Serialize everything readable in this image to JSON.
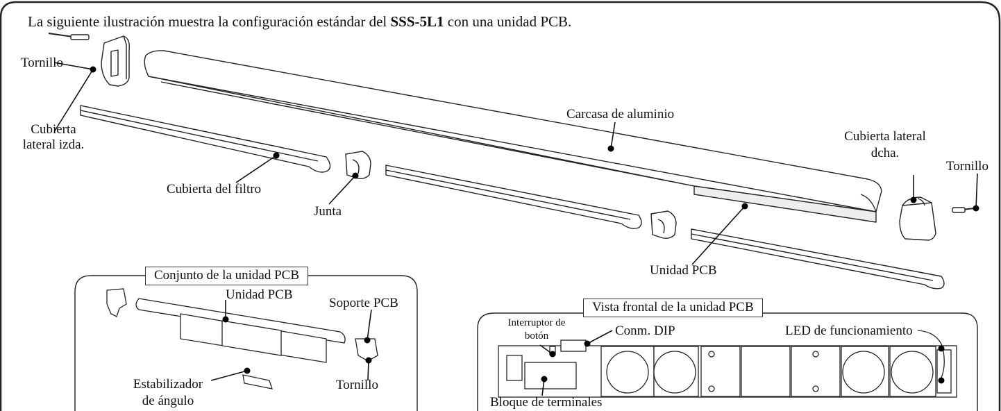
{
  "heading": {
    "prefix": "La siguiente ilustración muestra la configuración estándar del ",
    "model": "SSS-5L1",
    "suffix": " con una unidad PCB."
  },
  "labels": {
    "tornillo_top_left": "Tornillo",
    "cubierta_izda_1": "Cubierta",
    "cubierta_izda_2": "lateral izda.",
    "cubierta_filtro": "Cubierta del filtro",
    "junta": "Junta",
    "carcasa": "Carcasa de aluminio",
    "cubierta_dcha_1": "Cubierta lateral",
    "cubierta_dcha_2": "dcha.",
    "tornillo_right": "Tornillo",
    "unidad_pcb_main": "Unidad PCB"
  },
  "inset_assembly": {
    "title": "Conjunto de la unidad PCB",
    "unidad_pcb": "Unidad PCB",
    "soporte_pcb": "Soporte PCB",
    "estabilizador_1": "Estabilizador",
    "estabilizador_2": "de ángulo",
    "tornillo": "Tornillo"
  },
  "inset_front": {
    "title": "Vista frontal de la unidad PCB",
    "interruptor_1": "Interruptor de",
    "interruptor_2": "botón",
    "dip": "Conm. DIP",
    "led": "LED de funcionamiento",
    "bloque": "Bloque de terminales"
  }
}
